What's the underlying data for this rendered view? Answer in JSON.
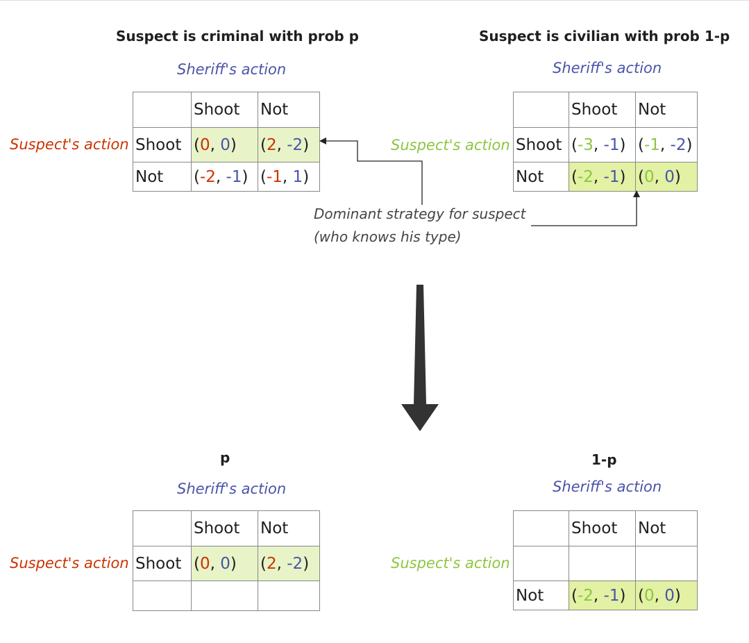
{
  "top_left": {
    "title": "Suspect is criminal with prob p",
    "sheriff_label": "Sheriff's action",
    "suspect_label": "Suspect's action",
    "col_headers": [
      "Shoot",
      "Not"
    ],
    "rows": [
      {
        "label": "Shoot",
        "cells": [
          [
            "0",
            "0"
          ],
          [
            "2",
            "-2"
          ]
        ]
      },
      {
        "label": "Not",
        "cells": [
          [
            "-2",
            "-1"
          ],
          [
            "-1",
            "1"
          ]
        ]
      }
    ]
  },
  "top_right": {
    "title": "Suspect is civilian with prob 1-p",
    "sheriff_label": "Sheriff's action",
    "suspect_label": "Suspect's action",
    "col_headers": [
      "Shoot",
      "Not"
    ],
    "rows": [
      {
        "label": "Shoot",
        "cells": [
          [
            "-3",
            "-1"
          ],
          [
            "-1",
            "-2"
          ]
        ]
      },
      {
        "label": "Not",
        "cells": [
          [
            "-2",
            "-1"
          ],
          [
            "0",
            "0"
          ]
        ]
      }
    ]
  },
  "annotation": {
    "line1": "Dominant strategy for suspect",
    "line2": "(who knows his type)"
  },
  "bottom_left": {
    "title": "p",
    "sheriff_label": "Sheriff's action",
    "suspect_label": "Suspect's action",
    "col_headers": [
      "Shoot",
      "Not"
    ],
    "row_label": "Shoot",
    "cells": [
      [
        "0",
        "0"
      ],
      [
        "2",
        "-2"
      ]
    ]
  },
  "bottom_right": {
    "title": "1-p",
    "sheriff_label": "Sheriff's action",
    "suspect_label": "Suspect's action",
    "col_headers": [
      "Shoot",
      "Not"
    ],
    "row_label": "Not",
    "cells": [
      [
        "-2",
        "-1"
      ],
      [
        "0",
        "0"
      ]
    ]
  },
  "colors": {
    "sheriff": "#4a54a8",
    "criminal": "#cc3300",
    "civilian": "#8cc63f",
    "highlight": "#e8f3c8"
  }
}
